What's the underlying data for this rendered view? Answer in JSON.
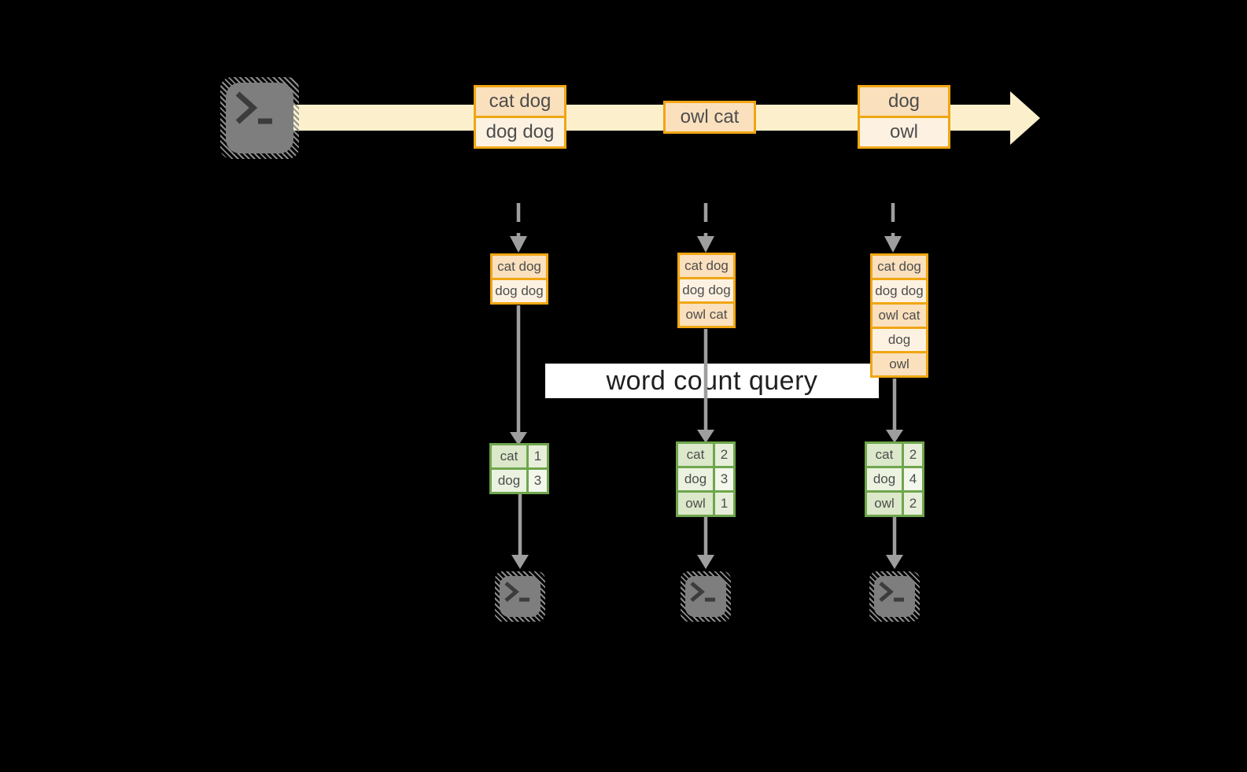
{
  "colors": {
    "background": "#000000",
    "stream_band": "#FBF0CB",
    "box_border": "#F0A613",
    "box_fill_dark": "#FAE0BD",
    "box_fill_light": "#FDF2E2",
    "table_border": "#6FA64D",
    "arrow_gray": "#9E9E9E",
    "terminal_gray": "#7E7E7E",
    "banner_background": "#FFFFFF"
  },
  "source": {
    "icon": "terminal-icon"
  },
  "query_banner": {
    "label": "word count query"
  },
  "stream": {
    "batches": [
      {
        "lines": [
          "cat dog",
          "dog dog"
        ]
      },
      {
        "lines": [
          "owl cat"
        ]
      },
      {
        "lines": [
          "dog",
          "owl"
        ]
      }
    ]
  },
  "columns": [
    {
      "state": [
        "cat dog",
        "dog dog"
      ],
      "counts": [
        {
          "word": "cat",
          "count": "1"
        },
        {
          "word": "dog",
          "count": "3"
        }
      ],
      "sink_icon": "terminal-icon"
    },
    {
      "state": [
        "cat dog",
        "dog dog",
        "owl cat"
      ],
      "counts": [
        {
          "word": "cat",
          "count": "2"
        },
        {
          "word": "dog",
          "count": "3"
        },
        {
          "word": "owl",
          "count": "1"
        }
      ],
      "sink_icon": "terminal-icon"
    },
    {
      "state": [
        "cat dog",
        "dog dog",
        "owl cat",
        "dog",
        "owl"
      ],
      "counts": [
        {
          "word": "cat",
          "count": "2"
        },
        {
          "word": "dog",
          "count": "4"
        },
        {
          "word": "owl",
          "count": "2"
        }
      ],
      "sink_icon": "terminal-icon"
    }
  ]
}
